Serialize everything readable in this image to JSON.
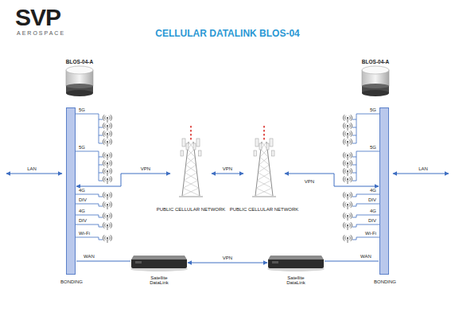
{
  "diagram": {
    "title": "CELLULAR DATALINK BLOS-04",
    "nodes": [
      {
        "text": [
          "BONDING"
        ]
      },
      {
        "text": [
          "PUBLIC CELLULAR NETWORK"
        ]
      },
      {
        "text": [
          "PUBLIC CELLULAR NETWORK"
        ]
      },
      {
        "text": [
          "BONDING"
        ]
      },
      {
        "text": [
          "Satellite DataLink"
        ]
      },
      {
        "text": [
          "Satellite DataLink"
        ]
      }
    ],
    "edges": [
      {
        "from": 0,
        "to": 1,
        "label": "VPN",
        "arrow": "both"
      },
      {
        "from": 1,
        "to": 2,
        "label": "VPN",
        "arrow": "both"
      },
      {
        "from": 2,
        "to": 3,
        "label": "VPN",
        "arrow": "both"
      },
      {
        "from": 0,
        "to": 4,
        "label": "WAN",
        "arrow": "none"
      },
      {
        "from": 4,
        "to": 5,
        "label": "VPN",
        "arrow": "both"
      },
      {
        "from": 3,
        "to": 5,
        "label": "WAN",
        "arrow": "none"
      }
    ],
    "labels": [
      "SVP",
      "AEROSPACE",
      "BLOS-04-A",
      "BLOS-04-A",
      "LAN",
      "LAN",
      "5G",
      "5G",
      "4G",
      "DIV",
      "4G",
      "DIV",
      "Wi-Fi",
      "5G",
      "5G",
      "4G",
      "DIV",
      "4G",
      "DIV",
      "Wi-Fi"
    ]
  }
}
